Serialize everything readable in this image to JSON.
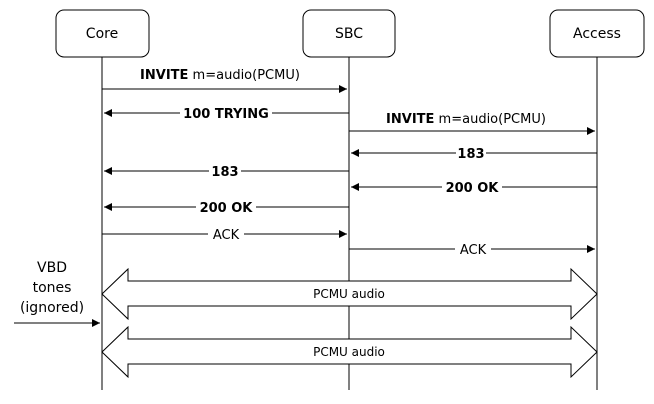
{
  "entities": {
    "core": "Core",
    "sbc": "SBC",
    "access": "Access"
  },
  "messages": {
    "invite_core_sbc": {
      "bold": "INVITE",
      "rest": " m=audio(PCMU)"
    },
    "trying": "100 TRYING",
    "invite_sbc_access": {
      "bold": "INVITE",
      "rest": " m=audio(PCMU)"
    },
    "r183_access_sbc": "183",
    "ok_access_sbc": "200 OK",
    "r183_sbc_core": "183",
    "ok_sbc_core": "200 OK",
    "ack_core_sbc": "ACK",
    "ack_sbc_access": "ACK"
  },
  "media": {
    "stream1": "PCMU audio",
    "stream2": "PCMU audio"
  },
  "side_note": {
    "line1": "VBD",
    "line2": "tones",
    "line3": "(ignored)"
  }
}
